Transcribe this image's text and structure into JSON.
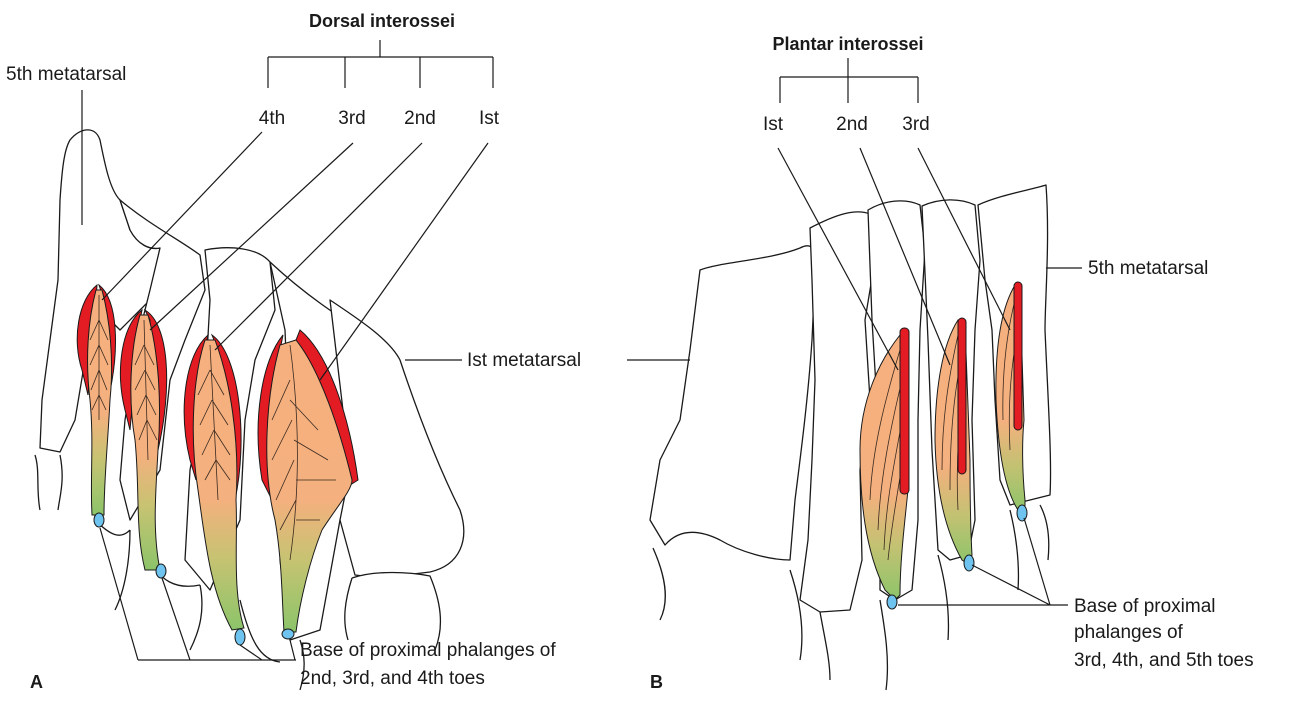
{
  "panel_a": {
    "letter": "A",
    "group_title": "Dorsal interossei",
    "muscle_labels": [
      "4th",
      "3rd",
      "2nd",
      "Ist"
    ],
    "bone_label_top": "5th metatarsal",
    "bone_label_side": "Ist metatarsal",
    "insertion_label_line1": "Base of proximal phalanges of",
    "insertion_label_line2": "2nd, 3rd, and 4th toes"
  },
  "panel_b": {
    "letter": "B",
    "group_title": "Plantar interossei",
    "muscle_labels": [
      "Ist",
      "2nd",
      "3rd"
    ],
    "bone_label_side": "5th metatarsal",
    "insertion_label_line1": "Base of proximal",
    "insertion_label_line2": "phalanges of",
    "insertion_label_line3": "3rd, 4th, and 5th toes"
  },
  "colors": {
    "muscle_red": "#e31b23",
    "muscle_belly": "#f6b07f",
    "tendon_green": "#8cc46a",
    "insertion_blue": "#6fc3ef",
    "outline": "#1a1a1a"
  }
}
